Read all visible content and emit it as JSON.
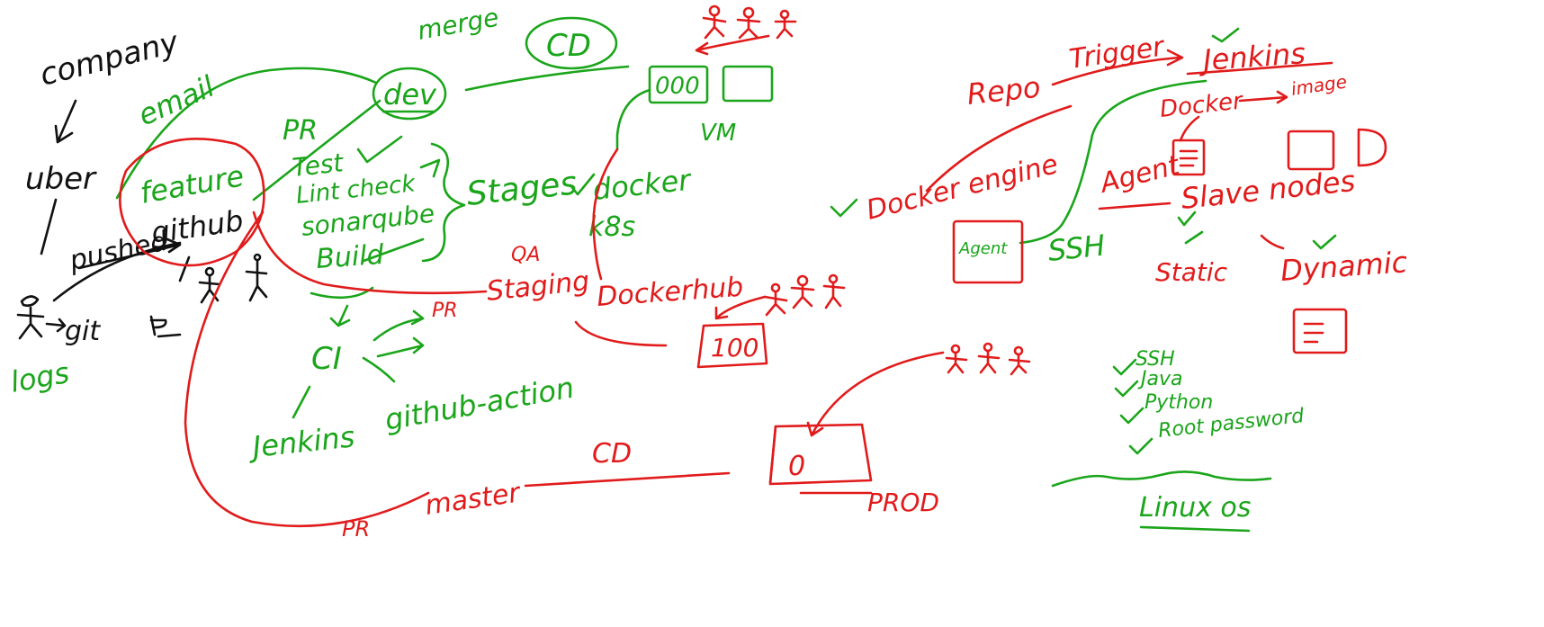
{
  "colors": {
    "ink_black": "#111111",
    "ink_green": "#1aa51a",
    "ink_red": "#e11b1b",
    "background": "#ffffff"
  },
  "labels": {
    "company": "company",
    "uber": "uber",
    "email": "email",
    "feature": "feature",
    "github": "github",
    "pushed": "pushed",
    "git": "git",
    "logs": "logs",
    "merge": "merge",
    "dev": "dev",
    "cd_top": "CD",
    "pr_top": "PR",
    "test": "Test",
    "lint_check": "Lint check",
    "sonarqube": "sonarqube",
    "build": "Build",
    "stages": "Stages",
    "docker": "docker",
    "k8s": "k8s",
    "vm": "VM",
    "vm_box": "000",
    "qa": "QA",
    "staging": "Staging",
    "dockerhub": "Dockerhub",
    "staging_box": "100",
    "ci": "CI",
    "pr_ci": "PR",
    "jenkins_ci": "Jenkins",
    "github_action": "github-action",
    "cd_bottom": "CD",
    "master": "master",
    "pr_bottom": "PR",
    "prod_box": "0",
    "prod": "PROD",
    "repo": "Repo",
    "trigger": "Trigger",
    "jenkins": "Jenkins",
    "docker_image": "Docker",
    "image": "image",
    "docker_engine": "Docker engine",
    "agent": "Agent",
    "agent_box": "Agent",
    "ssh": "SSH",
    "slave_nodes": "Slave nodes",
    "static": "Static",
    "dynamic": "Dynamic",
    "req_ssh": "SSH",
    "req_java": "Java",
    "req_python": "Python",
    "req_root": "Root password",
    "linux_os": "Linux os"
  }
}
